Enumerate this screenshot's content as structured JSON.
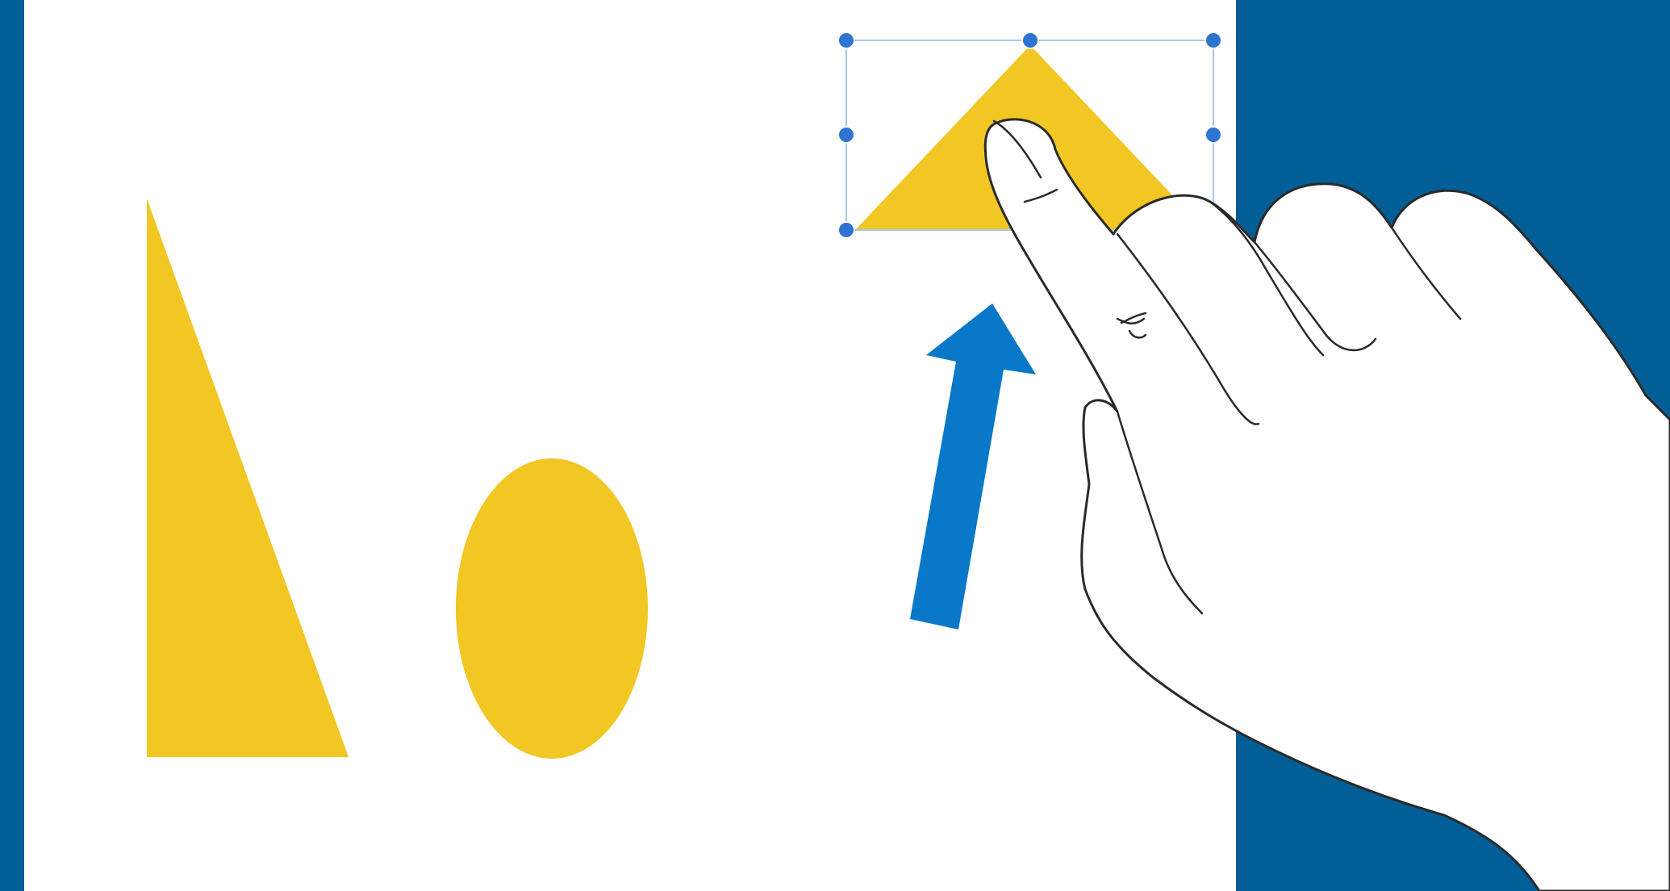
{
  "colors": {
    "background": "#025E96",
    "canvas": "#FFFFFF",
    "shape_fill": "#F2C623",
    "arrow": "#0A78C8",
    "selection_line": "#A9C7F2",
    "handle": "#2E74D0",
    "hand_fill": "#FFFFFF",
    "hand_outline": "#2A2A2A"
  },
  "shapes": [
    {
      "kind": "right-triangle",
      "name": "right-triangle-shape",
      "selected": false
    },
    {
      "kind": "ellipse",
      "name": "ellipse-shape",
      "selected": false
    },
    {
      "kind": "isosceles-triangle",
      "name": "selected-triangle-shape",
      "selected": true
    }
  ],
  "selection": {
    "handle_count": 8
  },
  "gesture": {
    "type": "drag",
    "direction": "up",
    "icon": "hand-pointer-icon",
    "arrow_icon": "arrow-up-icon"
  }
}
